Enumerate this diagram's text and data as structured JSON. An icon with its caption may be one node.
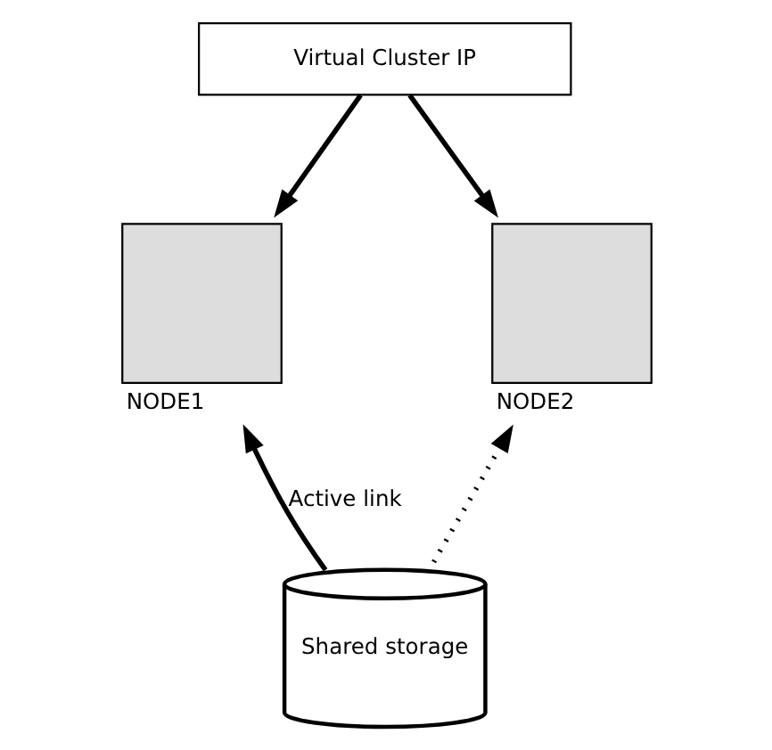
{
  "diagram": {
    "nodes": [
      {
        "text": [
          "Virtual Cluster IP"
        ]
      },
      {
        "text": [
          "NODE1"
        ]
      },
      {
        "text": [
          "NODE2"
        ]
      },
      {
        "text": [
          "Shared storage"
        ]
      }
    ],
    "edges": [
      {
        "from": 0,
        "to": 1,
        "arrow": "to"
      },
      {
        "from": 0,
        "to": 2,
        "arrow": "to"
      },
      {
        "from": 3,
        "to": 1,
        "arrow": "to",
        "label": "Active link"
      },
      {
        "from": 3,
        "to": 2,
        "arrow": "to",
        "style": "dashed"
      }
    ]
  }
}
